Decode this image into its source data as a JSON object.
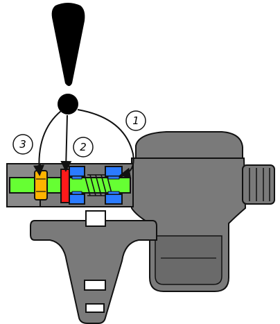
{
  "callouts": [
    {
      "id": "1",
      "label": "1"
    },
    {
      "id": "2",
      "label": "2"
    },
    {
      "id": "3",
      "label": "3"
    }
  ],
  "icons": {
    "warning": "exclamation-mark-icon"
  },
  "colors": {
    "body": "#7a7a7a",
    "body_dark": "#5f5f5f",
    "outline": "#111111",
    "rod": "#66ff33",
    "nut": "#ffb400",
    "o_ring": "#ff1a1a",
    "fitting": "#2b7bff",
    "background": "#ffffff"
  }
}
